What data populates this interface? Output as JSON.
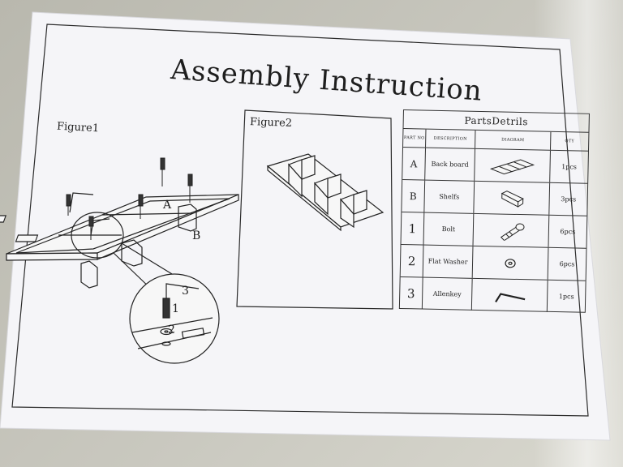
{
  "document": {
    "title": "Assembly Instruction",
    "figure1_label": "Figure1",
    "figure2_label": "Figure2",
    "figure1_letters": [
      "A",
      "B"
    ],
    "detail_numbers": [
      "3",
      "1",
      "2"
    ]
  },
  "parts_table": {
    "title": "PartsDetrils",
    "headers": [
      "PART NO",
      "DESCRIPTION",
      "DIAGRAM",
      "QTY"
    ],
    "rows": [
      {
        "part_no": "A",
        "description": "Back board",
        "qty": "1pcs",
        "diagram_icon": "back-board-icon"
      },
      {
        "part_no": "B",
        "description": "Shelfs",
        "qty": "3pcs",
        "diagram_icon": "shelf-icon"
      },
      {
        "part_no": "1",
        "description": "Bolt",
        "qty": "6pcs",
        "diagram_icon": "bolt-icon"
      },
      {
        "part_no": "2",
        "description": "Flat Washer",
        "qty": "6pcs",
        "diagram_icon": "washer-icon"
      },
      {
        "part_no": "3",
        "description": "Allenkey",
        "qty": "1pcs",
        "diagram_icon": "allen-key-icon"
      }
    ]
  }
}
